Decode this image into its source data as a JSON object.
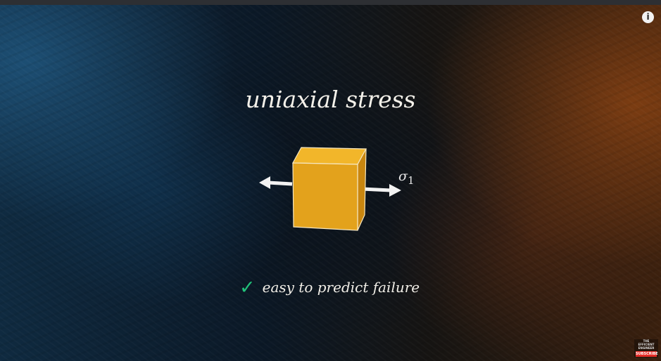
{
  "video": {
    "title": "uniaxial stress",
    "stress_label": "σ",
    "stress_subscript": "1",
    "bullet_icon": "check-icon",
    "bullet_text": "easy to predict failure",
    "accent_color": "#21c27a",
    "cube_color": "#e3a21c"
  },
  "controls": {
    "info_glyph": "i",
    "info_icon": "info-icon"
  },
  "channel": {
    "logo_text": "THE EFFICIENT ENGINEER",
    "subscribe_label": "SUBSCRIBE"
  }
}
